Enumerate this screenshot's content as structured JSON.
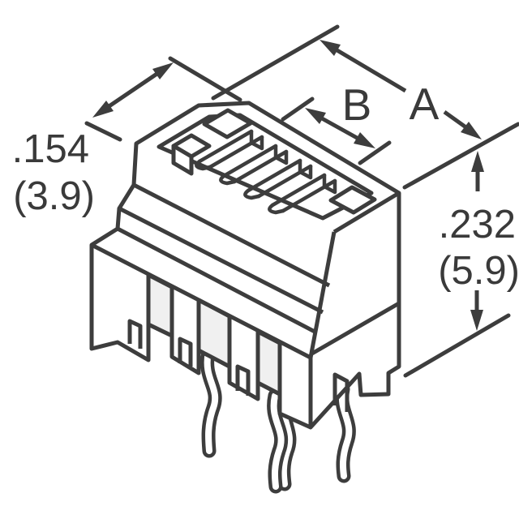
{
  "drawing": {
    "type": "connector-isometric-technical-drawing",
    "description": "Isometric line drawing of a right-angle FFC/FPC connector with 4 top contact slots, notched mounting legs and 3 bent through-hole solder leads",
    "colors": {
      "line": "#3d3d3d",
      "text": "#3a3a3a",
      "body_fill": "#ffffff",
      "recess_fill": "#f0f0f0",
      "background": "#ffffff"
    }
  },
  "dimensions": {
    "depth_inches": ".154",
    "depth_mm": "(3.9)",
    "height_inches": ".232",
    "height_mm": "(5.9)",
    "width_label": "A",
    "pitch_label": "B"
  }
}
